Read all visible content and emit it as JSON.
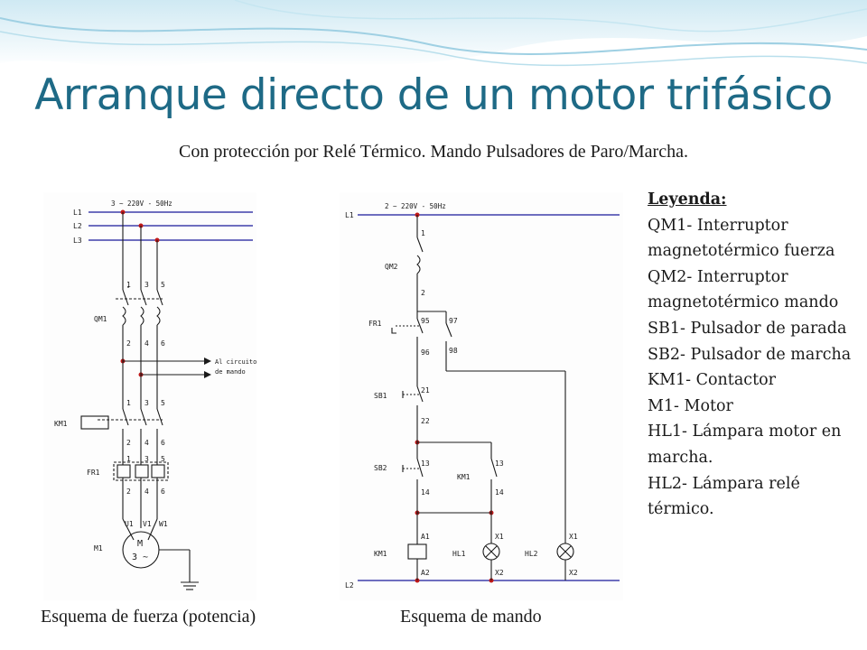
{
  "slide": {
    "title": "Arranque directo de un motor trifásico",
    "subtitle": "Con protección por Relé Térmico. Mando Pulsadores de Paro/Marcha."
  },
  "captions": {
    "power": "Esquema de fuerza (potencia)",
    "control": "Esquema de mando"
  },
  "legend": {
    "title": "Leyenda:",
    "items": [
      "QM1- Interruptor magnetotérmico fuerza",
      "QM2- Interruptor magnetotérmico mando",
      "SB1- Pulsador de parada",
      "SB2- Pulsador de marcha",
      "KM1- Contactor",
      "M1- Motor",
      "HL1- Lámpara motor en marcha.",
      "HL2- Lámpara relé térmico."
    ]
  },
  "power_diagram": {
    "supply": "3 ~ 220V - 50Hz",
    "lines": [
      "L1",
      "L2",
      "L3"
    ],
    "devices": [
      "QM1",
      "KM1",
      "FR1",
      "M1"
    ],
    "terminals_top": [
      "1",
      "3",
      "5"
    ],
    "terminals_bottom": [
      "2",
      "4",
      "6"
    ],
    "motor_terminals": [
      "U1",
      "V1",
      "W1"
    ],
    "motor_symbol": [
      "M",
      "3 ~"
    ],
    "arrow_note": [
      "Al circuito",
      "de mando"
    ]
  },
  "control_diagram": {
    "supply": "2 ~ 220V - 50Hz",
    "lines": [
      "L1",
      "L2"
    ],
    "devices": [
      "QM2",
      "FR1",
      "SB1",
      "SB2",
      "KM1",
      "HL1",
      "HL2"
    ],
    "qm2_terminals": [
      "1",
      "2"
    ],
    "fr1_terminals": [
      "95",
      "96",
      "97",
      "98"
    ],
    "sb1_terminals": [
      "21",
      "22"
    ],
    "sb2_terminals": [
      "13",
      "14"
    ],
    "km1_aux_terminals": [
      "13",
      "14"
    ],
    "coil_terminals": [
      "A1",
      "A2"
    ],
    "lamp_terminals": [
      "X1",
      "X2"
    ]
  }
}
